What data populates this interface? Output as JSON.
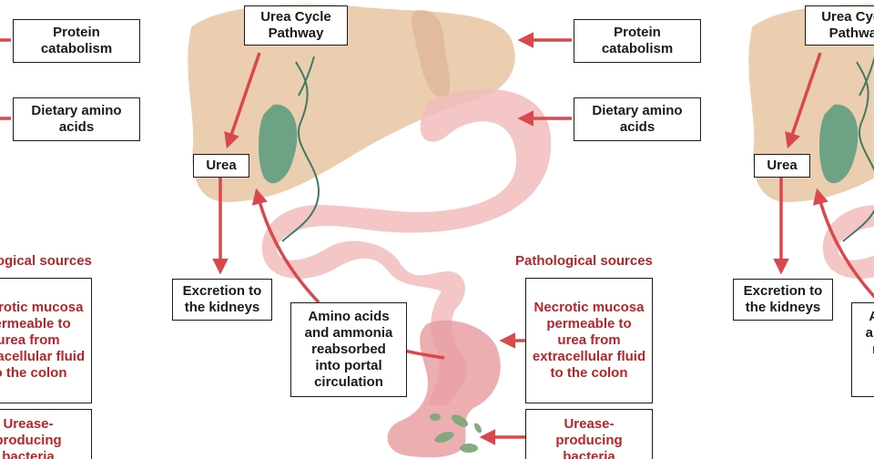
{
  "labels": {
    "urea_cycle": "Urea Cycle\nPathway",
    "protein_catabolism": "Protein\ncatabolism",
    "dietary_amino_acids": "Dietary amino\nacids",
    "urea": "Urea",
    "excretion": "Excretion to\nthe kidneys",
    "reabsorbed": "Amino acids\nand ammonia\nreabsorbed\ninto portal\ncirculation",
    "pathological_sources": "Pathological sources",
    "necrotic_mucosa": "Necrotic mucosa\npermeable to\nurea from\nextracellular fluid\nto the colon",
    "urease_bacteria": "Urease-\nproducing\nbacteria"
  },
  "colors": {
    "arrow": "#d8484c",
    "liver": "#e9c9a6",
    "gut": "#f2bcbc",
    "gallbladder": "#5f9e80",
    "pathology_text": "#b3262a"
  }
}
